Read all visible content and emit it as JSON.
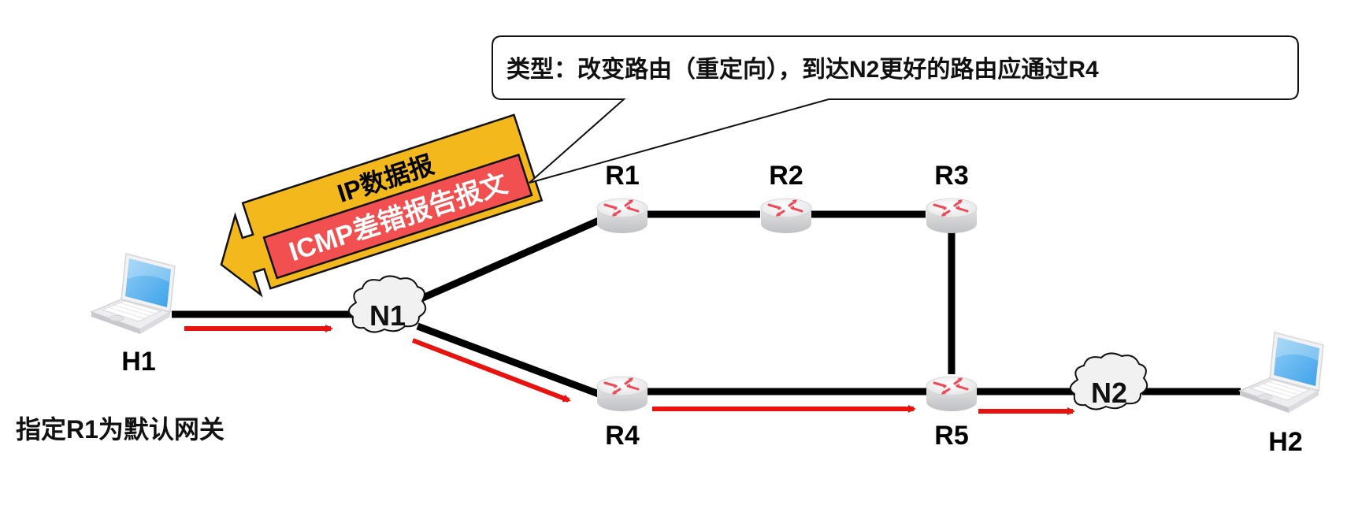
{
  "callout": {
    "text": "类型：改变路由（重定向），到达N2更好的路由应通过R4"
  },
  "packet": {
    "outer_label": "IP数据报",
    "inner_label": "ICMP差错报告报文",
    "outer_color": "#F3B81C",
    "inner_color": "#F25050"
  },
  "hosts": [
    {
      "id": "H1",
      "label": "H1"
    },
    {
      "id": "H2",
      "label": "H2"
    }
  ],
  "networks": [
    {
      "id": "N1",
      "label": "N1"
    },
    {
      "id": "N2",
      "label": "N2"
    }
  ],
  "routers": [
    {
      "id": "R1",
      "label": "R1"
    },
    {
      "id": "R2",
      "label": "R2"
    },
    {
      "id": "R3",
      "label": "R3"
    },
    {
      "id": "R4",
      "label": "R4"
    },
    {
      "id": "R5",
      "label": "R5"
    }
  ],
  "links": [
    [
      "H1",
      "N1"
    ],
    [
      "N1",
      "R1"
    ],
    [
      "N1",
      "R4"
    ],
    [
      "R1",
      "R2"
    ],
    [
      "R2",
      "R3"
    ],
    [
      "R3",
      "R5"
    ],
    [
      "R4",
      "R5"
    ],
    [
      "R5",
      "N2"
    ],
    [
      "N2",
      "H2"
    ]
  ],
  "flow_path": [
    "H1",
    "N1",
    "R4",
    "R5",
    "N2"
  ],
  "flow_color": "#E8130F",
  "note": "指定R1为默认网关"
}
